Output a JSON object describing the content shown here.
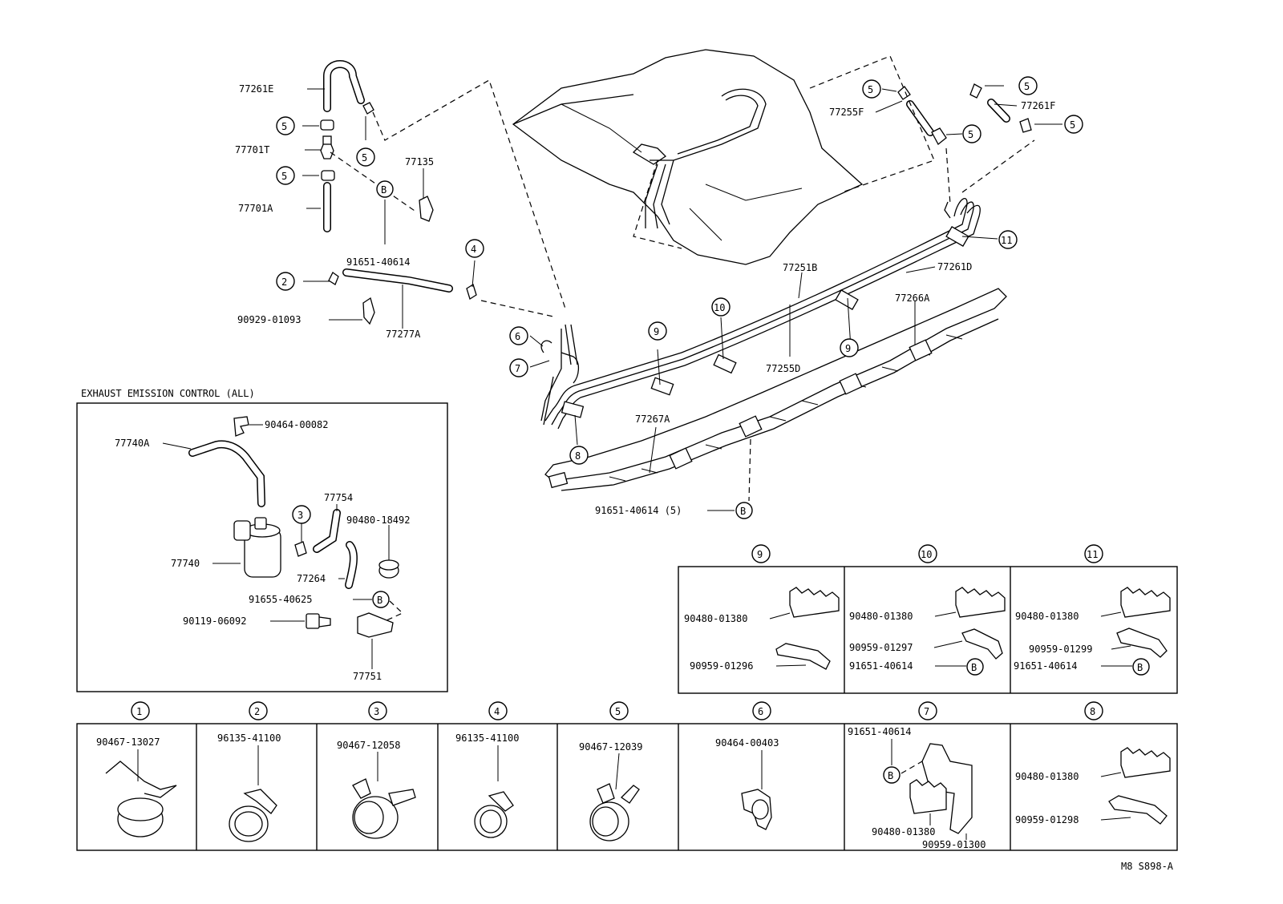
{
  "title": "EXHAUST EMISSION CONTROL (ALL)",
  "figure_code": "M8 S898-A",
  "part_labels": {
    "p77261E": "77261E",
    "p77701T": "77701T",
    "p77701A": "77701A",
    "p77135": "77135",
    "p91651_b": "91651-40614",
    "p90929": "90929-01093",
    "p77277A": "77277A",
    "p77255F": "77255F",
    "p77261F": "77261F",
    "p77251B": "77251B",
    "p77261D": "77261D",
    "p77266A": "77266A",
    "p77255D": "77255D",
    "p77267A": "77267A",
    "p91651_5": "91651-40614 (5)",
    "p90464_82": "90464-00082",
    "p77740A": "77740A",
    "p77754": "77754",
    "p90480_18": "90480-18492",
    "p77740": "77740",
    "p77264": "77264",
    "p91655": "91655-40625",
    "p90119": "90119-06092",
    "p77751": "77751"
  },
  "callouts": {
    "c2": "2",
    "c3": "3",
    "c4": "4",
    "c5": "5",
    "c6": "6",
    "c7": "7",
    "c8": "8",
    "c9": "9",
    "c10": "10",
    "c11": "11",
    "cB": "B"
  },
  "kits_top": {
    "k9": {
      "no": "9",
      "a": "90480-01380",
      "b": "90959-01296"
    },
    "k10": {
      "no": "10",
      "a": "90480-01380",
      "b": "90959-01297",
      "c": "91651-40614"
    },
    "k11": {
      "no": "11",
      "a": "90480-01380",
      "b": "90959-01299",
      "c": "91651-40614"
    }
  },
  "kits_bottom": {
    "k1": {
      "no": "1",
      "a": "90467-13027"
    },
    "k2": {
      "no": "2",
      "a": "96135-41100"
    },
    "k3": {
      "no": "3",
      "a": "90467-12058"
    },
    "k4": {
      "no": "4",
      "a": "96135-41100"
    },
    "k5": {
      "no": "5",
      "a": "90467-12039"
    },
    "k6": {
      "no": "6",
      "a": "90464-00403"
    },
    "k7": {
      "no": "7",
      "a": "91651-40614",
      "b": "90480-01380",
      "c": "90959-01300"
    },
    "k8": {
      "no": "8",
      "a": "90480-01380",
      "b": "90959-01298"
    }
  }
}
